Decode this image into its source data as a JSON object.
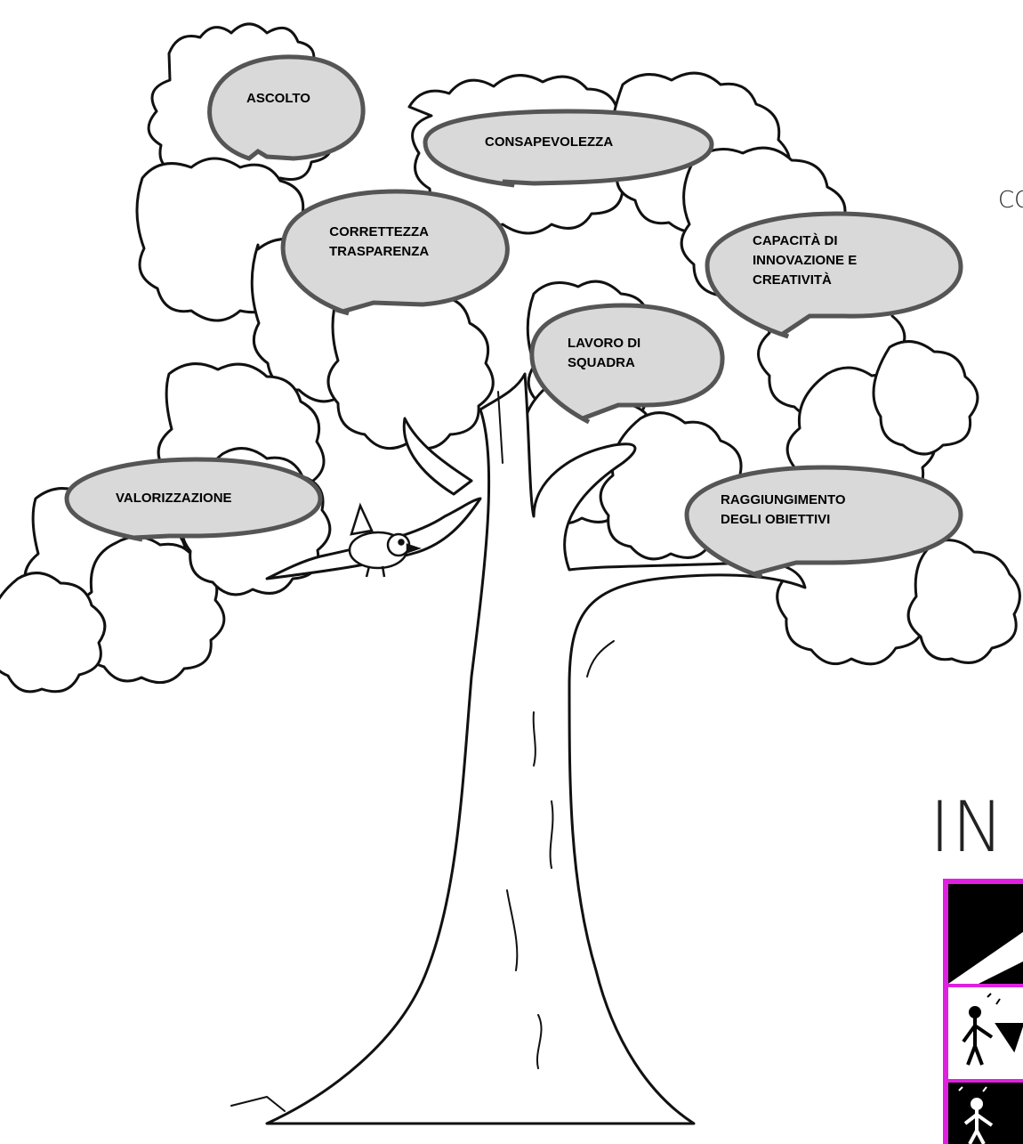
{
  "bubbles": {
    "ascolto": "ASCOLTO",
    "consapevolezza": "CONSAPEVOLEZZA",
    "correttezza_line1": "CORRETTEZZA",
    "correttezza_line2": "TRASPARENZA",
    "capacita_line1": "CAPACITÀ DI",
    "capacita_line2": "INNOVAZIONE E",
    "capacita_line3": "CREATIVITÀ",
    "lavoro_line1": "LAVORO DI",
    "lavoro_line2": "SQUADRA",
    "valorizzazione": "VALORIZZAZIONE",
    "raggiungimento_line1": "RAGGIUNGIMENTO",
    "raggiungimento_line2": "DEGLI OBIETTIVI"
  },
  "edge_text": {
    "top_right_fragment": "CO",
    "bottom_right_fragment": "IN"
  },
  "colors": {
    "bubble_fill": "#d9d9d9",
    "bubble_stroke": "#555555",
    "logo_frame": "#e020e0",
    "line": "#111111"
  },
  "icons": [
    "tree-icon",
    "bird-icon",
    "dancing-couple-icon"
  ]
}
